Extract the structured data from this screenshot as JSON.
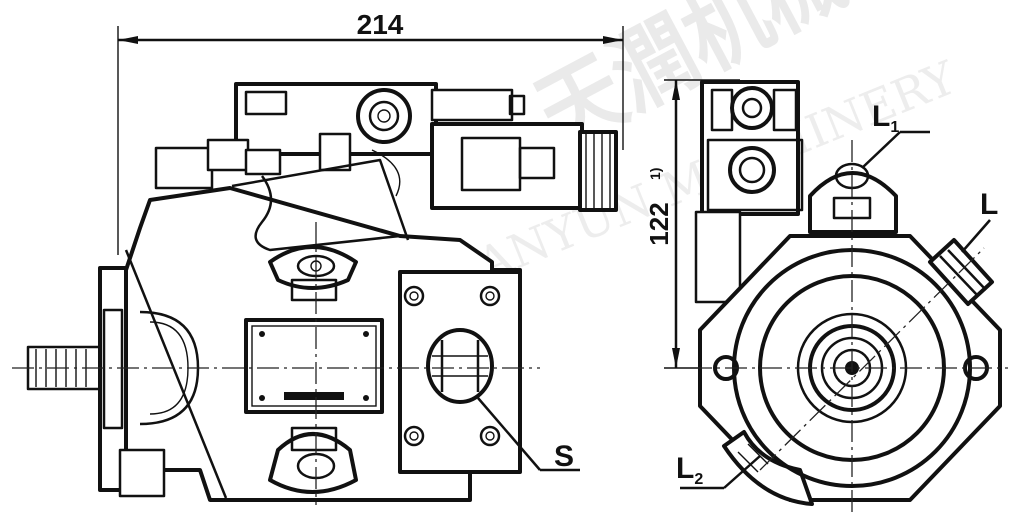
{
  "dimensions": {
    "overall_length": "214",
    "height": "122",
    "height_note": "1)"
  },
  "ports": {
    "suction": "S",
    "drain_main": "L",
    "drain_1_letter": "L",
    "drain_1_index": "1",
    "drain_2_letter": "L",
    "drain_2_index": "2"
  },
  "watermark": {
    "chinese": "天潤机械",
    "latin": "TIANYUN MACHINERY"
  }
}
